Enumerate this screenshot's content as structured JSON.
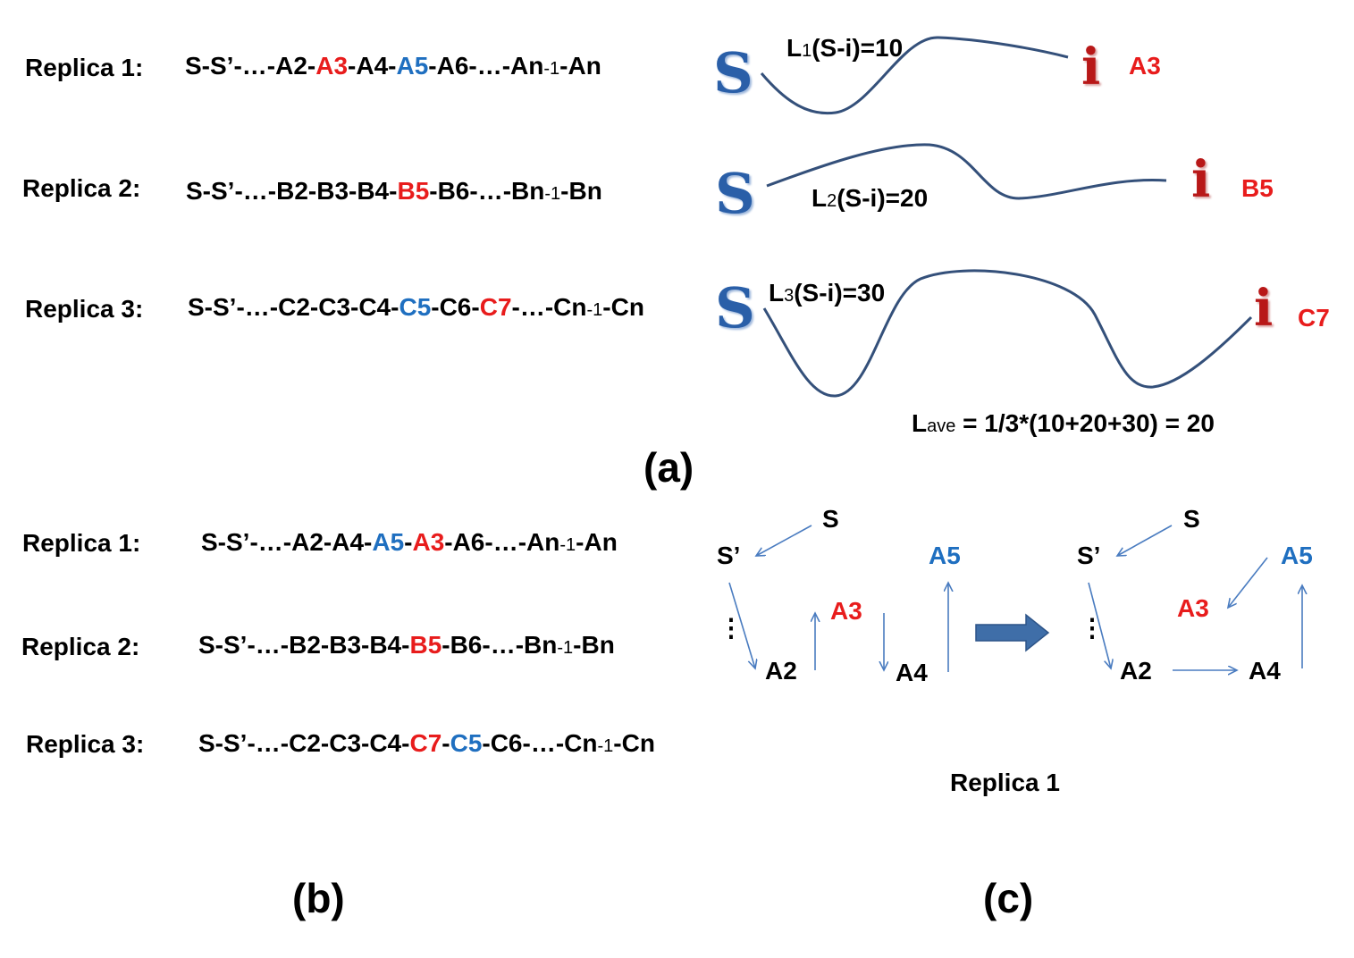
{
  "panel_a": {
    "label": "(a)",
    "replicas": [
      {
        "label": "Replica 1:",
        "seq": [
          {
            "t": "S-S’-…-A2-",
            "c": ""
          },
          {
            "t": "A3",
            "c": "red"
          },
          {
            "t": "-A4-",
            "c": ""
          },
          {
            "t": "A5",
            "c": "blue"
          },
          {
            "t": "-A6-…-An",
            "c": ""
          },
          {
            "t": "-1",
            "c": "sub"
          },
          {
            "t": "-An",
            "c": ""
          }
        ]
      },
      {
        "label": "Replica 2:",
        "seq": [
          {
            "t": "S-S’-…-B2-B3-B4-",
            "c": ""
          },
          {
            "t": "B5",
            "c": "red"
          },
          {
            "t": "-B6-…-Bn",
            "c": ""
          },
          {
            "t": "-1",
            "c": "sub"
          },
          {
            "t": "-Bn",
            "c": ""
          }
        ]
      },
      {
        "label": "Replica 3:",
        "seq": [
          {
            "t": "S-S’-…-C2-C3-C4-",
            "c": ""
          },
          {
            "t": "C5",
            "c": "blue"
          },
          {
            "t": "-C6-",
            "c": ""
          },
          {
            "t": "C7",
            "c": "red"
          },
          {
            "t": "-…-Cn",
            "c": ""
          },
          {
            "t": "-1",
            "c": "sub"
          },
          {
            "t": "-Cn",
            "c": ""
          }
        ]
      }
    ],
    "curves": [
      {
        "label_main": "L",
        "label_sub": "1",
        "label_rest": "(S-i)=10",
        "start_icon": "S",
        "end_icon": "i",
        "end_label": "A3"
      },
      {
        "label_main": "L",
        "label_sub": "2",
        "label_rest": "(S-i)=20",
        "start_icon": "S",
        "end_icon": "i",
        "end_label": "B5"
      },
      {
        "label_main": "L",
        "label_sub": "3",
        "label_rest": "(S-i)=30",
        "start_icon": "S",
        "end_icon": "i",
        "end_label": "C7"
      }
    ],
    "average": {
      "main": "L",
      "sub": "ave",
      "rest": " = 1/3*(10+20+30) = 20"
    }
  },
  "panel_b": {
    "label": "(b)",
    "replicas": [
      {
        "label": "Replica 1:",
        "seq": [
          {
            "t": "S-S’-…-A2-A4-",
            "c": ""
          },
          {
            "t": "A5",
            "c": "blue"
          },
          {
            "t": "-",
            "c": ""
          },
          {
            "t": "A3",
            "c": "red"
          },
          {
            "t": "-A6-…-An",
            "c": ""
          },
          {
            "t": "-1",
            "c": "sub"
          },
          {
            "t": "-An",
            "c": ""
          }
        ]
      },
      {
        "label": "Replica 2:",
        "seq": [
          {
            "t": "S-S’-…-B2-B3-B4-",
            "c": ""
          },
          {
            "t": "B5",
            "c": "red"
          },
          {
            "t": "-B6-…-Bn",
            "c": ""
          },
          {
            "t": "-1",
            "c": "sub"
          },
          {
            "t": "-Bn",
            "c": ""
          }
        ]
      },
      {
        "label": "Replica 3:",
        "seq": [
          {
            "t": "S-S’-…-C2-C3-C4-",
            "c": ""
          },
          {
            "t": "C7",
            "c": "red"
          },
          {
            "t": "-",
            "c": ""
          },
          {
            "t": "C5",
            "c": "blue"
          },
          {
            "t": "-C6-…-Cn",
            "c": ""
          },
          {
            "t": "-1",
            "c": "sub"
          },
          {
            "t": "-Cn",
            "c": ""
          }
        ]
      }
    ]
  },
  "panel_c": {
    "label": "(c)",
    "caption": "Replica 1",
    "nodes": {
      "s": "S",
      "s_prime": "S’",
      "dots": "⋮",
      "a2": "A2",
      "a3": "A3",
      "a4": "A4",
      "a5": "A5"
    }
  },
  "colors": {
    "red": "#e81c1c",
    "blue": "#1f6fc0",
    "curve": "#34507a",
    "arrow": "#4a7cc0",
    "big_arrow": "#3f6ea8"
  }
}
